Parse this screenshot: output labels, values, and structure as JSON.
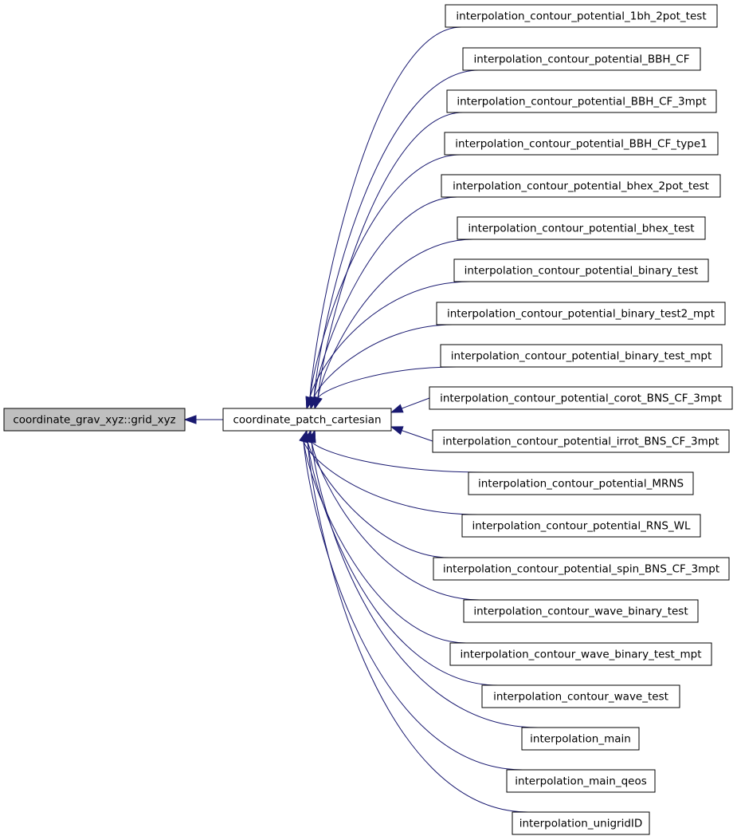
{
  "colors": {
    "edge": "#191970",
    "root_fill": "#bfbfbf",
    "node_fill": "#ffffff",
    "border": "#000000"
  },
  "root": {
    "label": "coordinate_grav_xyz::grid_xyz"
  },
  "middle": {
    "label": "coordinate_patch_cartesian"
  },
  "callers": [
    {
      "label": "interpolation_contour_potential_1bh_2pot_test"
    },
    {
      "label": "interpolation_contour_potential_BBH_CF"
    },
    {
      "label": "interpolation_contour_potential_BBH_CF_3mpt"
    },
    {
      "label": "interpolation_contour_potential_BBH_CF_type1"
    },
    {
      "label": "interpolation_contour_potential_bhex_2pot_test"
    },
    {
      "label": "interpolation_contour_potential_bhex_test"
    },
    {
      "label": "interpolation_contour_potential_binary_test"
    },
    {
      "label": "interpolation_contour_potential_binary_test2_mpt"
    },
    {
      "label": "interpolation_contour_potential_binary_test_mpt"
    },
    {
      "label": "interpolation_contour_potential_corot_BNS_CF_3mpt"
    },
    {
      "label": "interpolation_contour_potential_irrot_BNS_CF_3mpt"
    },
    {
      "label": "interpolation_contour_potential_MRNS"
    },
    {
      "label": "interpolation_contour_potential_RNS_WL"
    },
    {
      "label": "interpolation_contour_potential_spin_BNS_CF_3mpt"
    },
    {
      "label": "interpolation_contour_wave_binary_test"
    },
    {
      "label": "interpolation_contour_wave_binary_test_mpt"
    },
    {
      "label": "interpolation_contour_wave_test"
    },
    {
      "label": "interpolation_main"
    },
    {
      "label": "interpolation_main_qeos"
    },
    {
      "label": "interpolation_unigridID"
    }
  ]
}
